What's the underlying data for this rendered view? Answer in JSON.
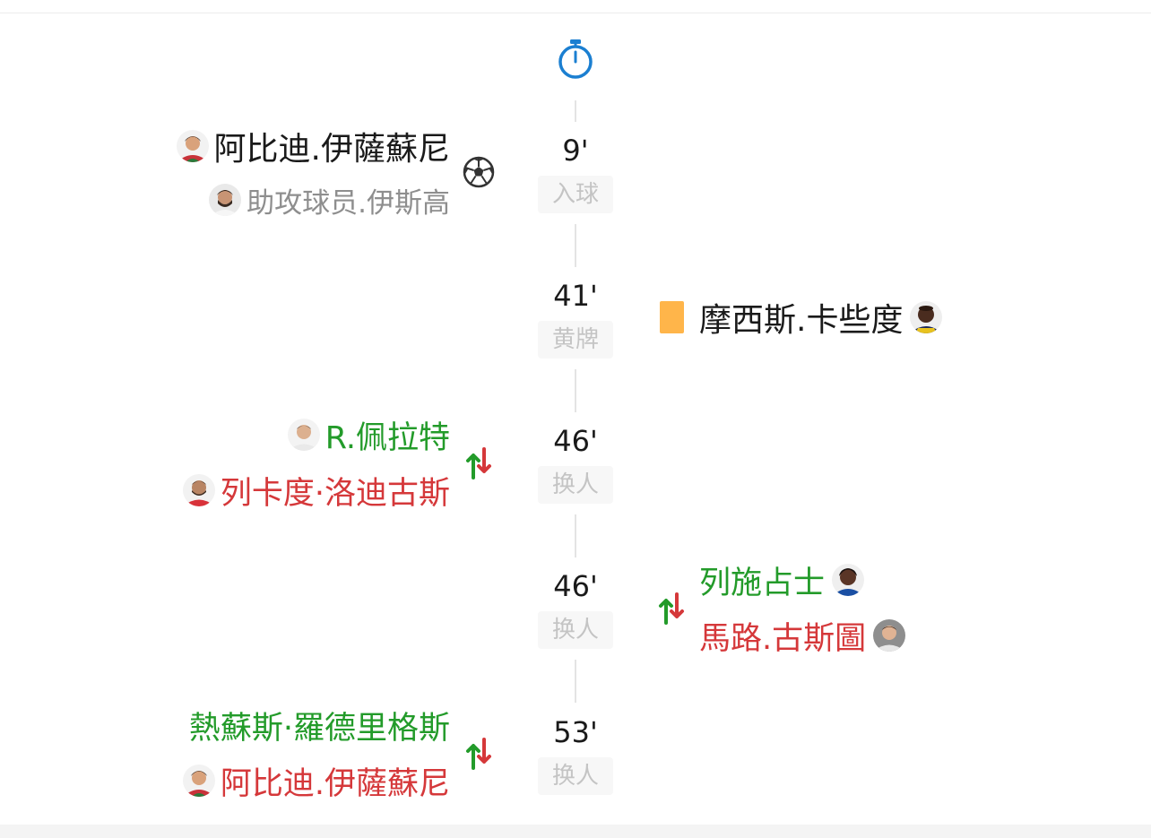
{
  "timeline": {
    "events": [
      {
        "minute": "9'",
        "type": "入球",
        "side": "home",
        "lines": [
          {
            "kind": "main",
            "player": "阿比迪.伊薩蘇尼",
            "avatar_icon": "player-avatar"
          },
          {
            "kind": "assist",
            "player": "助攻球员.伊斯高",
            "avatar_icon": "player-avatar"
          }
        ],
        "icon": "soccer-ball-icon"
      },
      {
        "minute": "41'",
        "type": "黄牌",
        "side": "away",
        "lines": [
          {
            "kind": "main",
            "player": "摩西斯.卡些度",
            "avatar_icon": "player-avatar"
          }
        ],
        "icon": "yellow-card-icon",
        "icon_color": "#ffb54a"
      },
      {
        "minute": "46'",
        "type": "换人",
        "side": "home",
        "lines": [
          {
            "kind": "in",
            "player": "R.佩拉特",
            "avatar_icon": "player-avatar"
          },
          {
            "kind": "out",
            "player": "列卡度·洛迪古斯",
            "avatar_icon": "player-avatar"
          }
        ],
        "icon": "substitution-icon"
      },
      {
        "minute": "46'",
        "type": "换人",
        "side": "away",
        "lines": [
          {
            "kind": "in",
            "player": "列施占士",
            "avatar_icon": "player-avatar"
          },
          {
            "kind": "out",
            "player": "馬路.古斯圖",
            "avatar_icon": "player-avatar"
          }
        ],
        "icon": "substitution-icon"
      },
      {
        "minute": "53'",
        "type": "换人",
        "side": "home",
        "lines": [
          {
            "kind": "in",
            "player": "熱蘇斯·羅德里格斯"
          },
          {
            "kind": "out",
            "player": "阿比迪.伊薩蘇尼",
            "avatar_icon": "player-avatar"
          }
        ],
        "icon": "substitution-icon"
      }
    ]
  },
  "colors": {
    "sub_in": "#239b2a",
    "sub_out": "#d5383a",
    "stopwatch": "#1b7fd1",
    "yellow_card": "#ffb54a"
  },
  "icons": {
    "timeline_start": "stopwatch-icon"
  }
}
